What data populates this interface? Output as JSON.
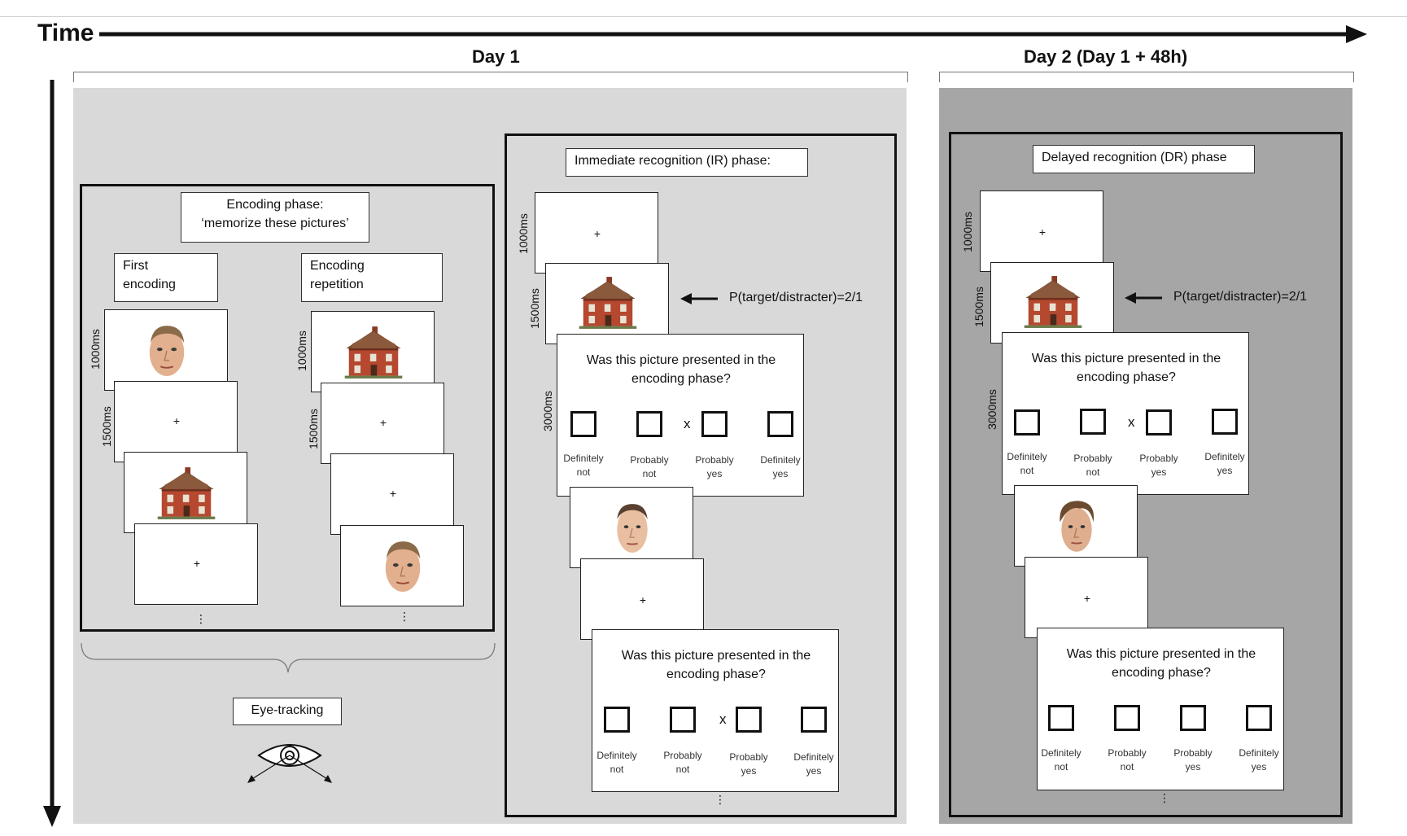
{
  "header": {
    "time_label": "Time",
    "day1_label": "Day 1",
    "day2_label": "Day 2 (Day 1 + 48h)"
  },
  "colors": {
    "day1_panel": "#d9d9d9",
    "day2_panel": "#a6a6a6",
    "frame": "#111111",
    "card": "#ffffff",
    "house_brick": "#b5482f",
    "house_roof": "#7a4a30"
  },
  "encoding": {
    "title_line1": "Encoding phase:",
    "title_line2": "‘memorize these pictures’",
    "first_label_line1": "First",
    "first_label_line2": "encoding",
    "repeat_label_line1": "Encoding",
    "repeat_label_line2": "repetition",
    "dur_1000": "1000ms",
    "dur_1500": "1500ms",
    "fixation": "+",
    "ellipsis": "⋮"
  },
  "eye_tracking": {
    "label": "Eye-tracking",
    "icon": "eye-icon"
  },
  "ir": {
    "title": "Immediate recognition (IR) phase:",
    "dur_1000": "1000ms",
    "dur_1500": "1500ms",
    "dur_3000": "3000ms",
    "ratio": "P(target/distracter)=2/1",
    "question_line1": "Was this picture presented in the",
    "question_line2": "encoding phase?",
    "options": [
      {
        "line1": "Definitely",
        "line2": "not"
      },
      {
        "line1": "Probably",
        "line2": "not"
      },
      {
        "line1": "Probably",
        "line2": "yes"
      },
      {
        "line1": "Definitely",
        "line2": "yes"
      }
    ],
    "selected_marker": "x",
    "fixation": "+",
    "ellipsis": "⋮"
  },
  "dr": {
    "title": "Delayed recognition (DR) phase",
    "dur_1000": "1000ms",
    "dur_1500": "1500ms",
    "dur_3000": "3000ms",
    "ratio": "P(target/distracter)=2/1",
    "question_line1": "Was this picture presented in the",
    "question_line2": "encoding phase?",
    "options": [
      {
        "line1": "Definitely",
        "line2": "not"
      },
      {
        "line1": "Probably",
        "line2": "not"
      },
      {
        "line1": "Probably",
        "line2": "yes"
      },
      {
        "line1": "Definitely",
        "line2": "yes"
      }
    ],
    "selected_marker": "x",
    "fixation": "+",
    "ellipsis": "⋮"
  }
}
